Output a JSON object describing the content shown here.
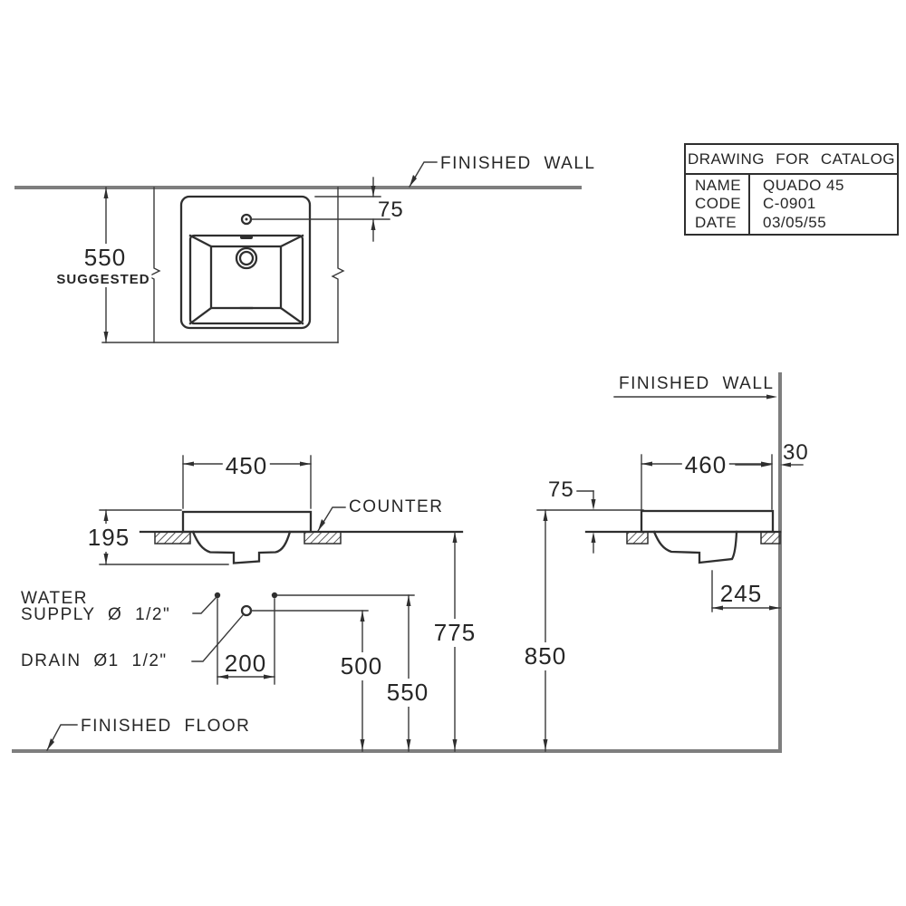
{
  "drawing": {
    "title_block": {
      "title": "DRAWING FOR CATALOG",
      "rows": [
        {
          "label": "NAME",
          "value": "QUADO 45"
        },
        {
          "label": "CODE",
          "value": "C-0901"
        },
        {
          "label": "DATE",
          "value": "03/05/55"
        }
      ]
    },
    "labels": {
      "finished_wall_top": "FINISHED WALL",
      "finished_wall_side": "FINISHED WALL",
      "counter": "COUNTER",
      "water_supply_line1": "WATER",
      "water_supply_line2": "SUPPLY Ø 1/2\"",
      "drain": "DRAIN Ø1 1/2\"",
      "finished_floor": "FINISHED FLOOR"
    },
    "dimensions": {
      "suggested_depth": "550",
      "suggested_note": "SUGGESTED",
      "faucet_from_rim": "75",
      "bowl_width": "450",
      "bowl_height": "195",
      "supply_spacing": "200",
      "drain_height": "500",
      "supply_height": "550",
      "counter_height": "775",
      "rim_height": "850",
      "side_depth": "460",
      "wall_clearance": "30",
      "rim_above_counter": "75",
      "drain_from_wall": "245"
    },
    "colors": {
      "background": "#ffffff",
      "line": "#2f2f2f",
      "heavy_line": "#7e7e7e",
      "text": "#262626"
    }
  }
}
